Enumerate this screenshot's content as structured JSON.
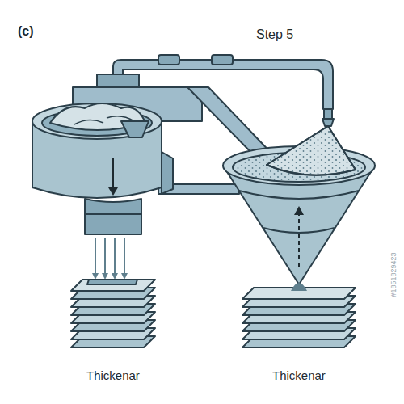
{
  "diagram": {
    "labels": [
      "(c)",
      "Step 5",
      "Thickenar",
      "Thickenar",
      "#1851829423"
    ]
  }
}
